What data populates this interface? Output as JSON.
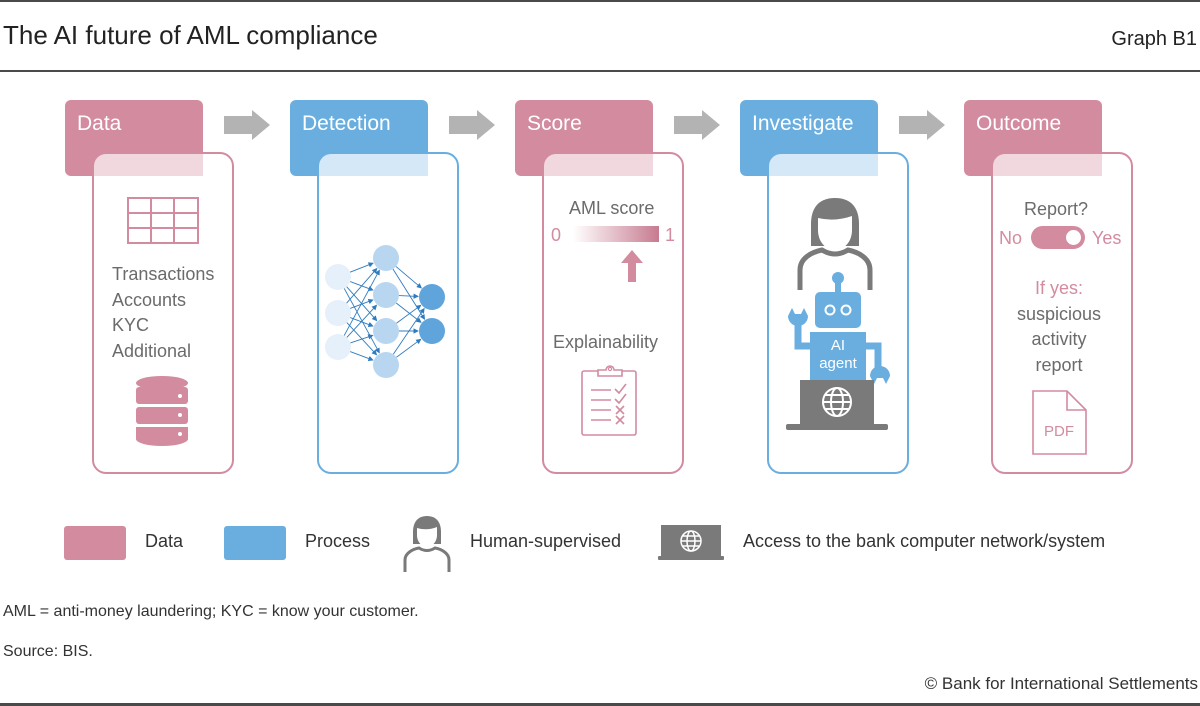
{
  "header": {
    "title": "The AI future of AML compliance",
    "graph_id": "Graph B1"
  },
  "colors": {
    "data": "#d38ba0",
    "process": "#6aaee0",
    "arrow": "#b3b3b3",
    "icon_gray": "#7a7a7a",
    "text_gray": "#6b6b6b"
  },
  "stages": [
    {
      "label": "Data",
      "kind": "data",
      "items": [
        "Transactions",
        "Accounts",
        "KYC",
        "Additional"
      ],
      "icons": [
        "table-icon",
        "database-icon"
      ]
    },
    {
      "label": "Detection",
      "kind": "process",
      "icons": [
        "neural-network-icon"
      ]
    },
    {
      "label": "Score",
      "kind": "data",
      "score_label": "AML score",
      "score_min": "0",
      "score_max": "1",
      "explain_label": "Explainability",
      "icons": [
        "gradient-scale",
        "up-arrow-icon",
        "clipboard-checklist-icon"
      ]
    },
    {
      "label": "Investigate",
      "kind": "process",
      "agent_label_line1": "AI",
      "agent_label_line2": "agent",
      "icons": [
        "human-icon",
        "robot-icon",
        "laptop-globe-icon"
      ]
    },
    {
      "label": "Outcome",
      "kind": "data",
      "question": "Report?",
      "toggle_off": "No",
      "toggle_on": "Yes",
      "toggle_state": "on",
      "if_yes": "If yes:",
      "result_lines": [
        "suspicious",
        "activity",
        "report"
      ],
      "file_label": "PDF",
      "icons": [
        "toggle-icon",
        "pdf-file-icon"
      ]
    }
  ],
  "legend": [
    {
      "label": "Data",
      "type": "swatch-data"
    },
    {
      "label": "Process",
      "type": "swatch-process"
    },
    {
      "label": "Human-supervised",
      "type": "human-icon"
    },
    {
      "label": "Access to the bank computer network/system",
      "type": "laptop-globe-icon"
    }
  ],
  "notes": {
    "abbreviations": "AML = anti-money laundering; KYC = know your customer.",
    "source": "Source: BIS."
  },
  "copyright": "© Bank for International Settlements"
}
